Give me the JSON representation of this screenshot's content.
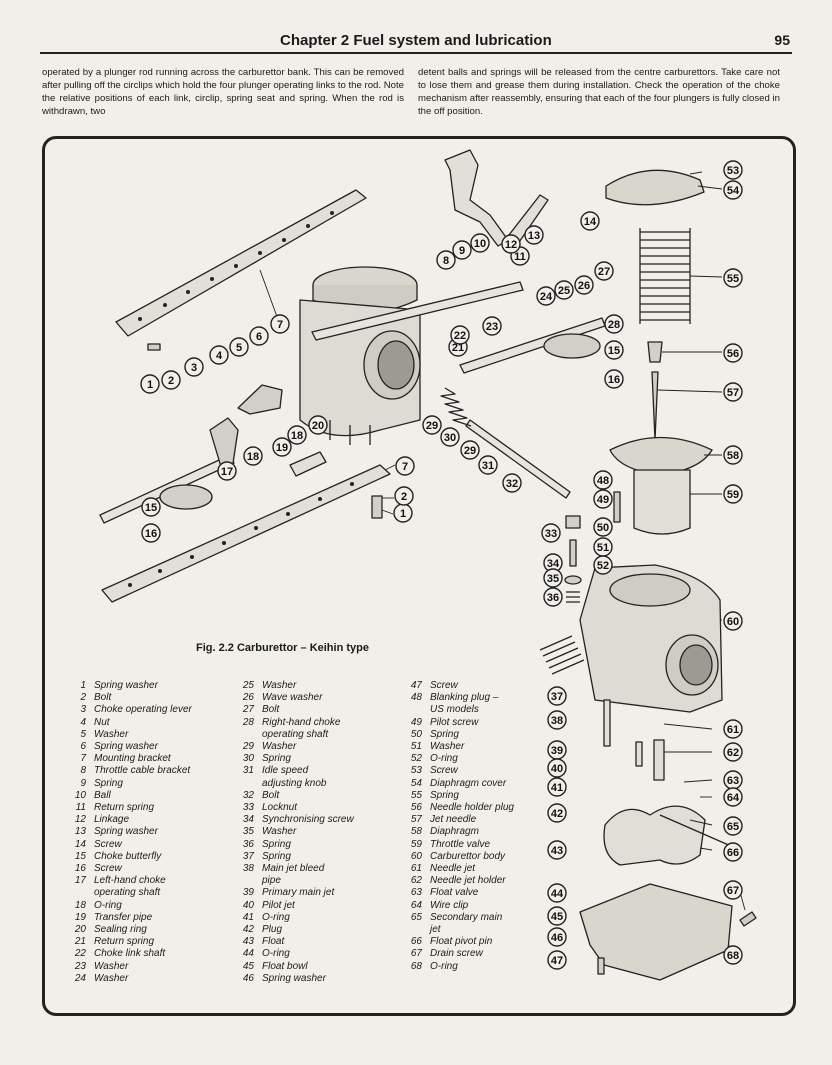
{
  "header": {
    "title": "Chapter 2  Fuel system and lubrication",
    "page": "95"
  },
  "intro": {
    "left": "operated by a plunger rod running across the carburettor bank. This can be removed after pulling off the circlips which hold the four plunger operating links to the rod. Note the relative positions of each link, circlip, spring seat and spring. When the rod is withdrawn, two",
    "right": "detent balls and springs will be released from the centre carburettors. Take care not to lose them and grease them during installation. Check the operation of the choke mechanism after reassembly, ensuring that each of the four plungers is fully closed in the off position."
  },
  "figure": {
    "caption": "Fig. 2.2 Carburettor – Keihin type",
    "callouts": [
      "1",
      "2",
      "3",
      "4",
      "5",
      "6",
      "7",
      "8",
      "9",
      "10",
      "11",
      "12",
      "13",
      "14",
      "15",
      "16",
      "17",
      "18",
      "19",
      "20",
      "21",
      "22",
      "23",
      "24",
      "25",
      "26",
      "27",
      "28",
      "29",
      "30",
      "31",
      "32",
      "33",
      "34",
      "35",
      "36",
      "37",
      "38",
      "39",
      "40",
      "41",
      "42",
      "43",
      "44",
      "45",
      "46",
      "47",
      "48",
      "49",
      "50",
      "51",
      "52",
      "53",
      "54",
      "55",
      "56",
      "57",
      "58",
      "59",
      "60",
      "61",
      "62",
      "63",
      "64",
      "65",
      "66",
      "67",
      "68"
    ]
  },
  "legend": {
    "col1": [
      {
        "n": "1",
        "t": "Spring washer"
      },
      {
        "n": "2",
        "t": "Bolt"
      },
      {
        "n": "3",
        "t": "Choke operating lever"
      },
      {
        "n": "4",
        "t": "Nut"
      },
      {
        "n": "5",
        "t": "Washer"
      },
      {
        "n": "6",
        "t": "Spring washer"
      },
      {
        "n": "7",
        "t": "Mounting bracket"
      },
      {
        "n": "8",
        "t": "Throttle cable bracket"
      },
      {
        "n": "9",
        "t": "Spring"
      },
      {
        "n": "10",
        "t": "Ball"
      },
      {
        "n": "11",
        "t": "Return spring"
      },
      {
        "n": "12",
        "t": "Linkage"
      },
      {
        "n": "13",
        "t": "Spring washer"
      },
      {
        "n": "14",
        "t": "Screw"
      },
      {
        "n": "15",
        "t": "Choke butterfly"
      },
      {
        "n": "16",
        "t": "Screw"
      },
      {
        "n": "17",
        "t": "Left-hand choke",
        "c": "operating shaft"
      },
      {
        "n": "18",
        "t": "O-ring"
      },
      {
        "n": "19",
        "t": "Transfer pipe"
      },
      {
        "n": "20",
        "t": "Sealing ring"
      },
      {
        "n": "21",
        "t": "Return spring"
      },
      {
        "n": "22",
        "t": "Choke link shaft"
      },
      {
        "n": "23",
        "t": "Washer"
      },
      {
        "n": "24",
        "t": "Washer"
      }
    ],
    "col2": [
      {
        "n": "25",
        "t": "Washer"
      },
      {
        "n": "26",
        "t": "Wave washer"
      },
      {
        "n": "27",
        "t": "Bolt"
      },
      {
        "n": "28",
        "t": "Right-hand choke",
        "c": "operating shaft"
      },
      {
        "n": "29",
        "t": "Washer"
      },
      {
        "n": "30",
        "t": "Spring"
      },
      {
        "n": "31",
        "t": "Idle speed",
        "c": "adjusting knob"
      },
      {
        "n": "32",
        "t": "Bolt"
      },
      {
        "n": "33",
        "t": "Locknut"
      },
      {
        "n": "34",
        "t": "Synchronising screw"
      },
      {
        "n": "35",
        "t": "Washer"
      },
      {
        "n": "36",
        "t": "Spring"
      },
      {
        "n": "37",
        "t": "Spring"
      },
      {
        "n": "38",
        "t": "Main jet bleed",
        "c": "pipe"
      },
      {
        "n": "39",
        "t": "Primary main jet"
      },
      {
        "n": "40",
        "t": "Pilot jet"
      },
      {
        "n": "41",
        "t": "O-ring"
      },
      {
        "n": "42",
        "t": "Plug"
      },
      {
        "n": "43",
        "t": "Float"
      },
      {
        "n": "44",
        "t": "O-ring"
      },
      {
        "n": "45",
        "t": "Float bowl"
      },
      {
        "n": "46",
        "t": "Spring washer"
      }
    ],
    "col3": [
      {
        "n": "47",
        "t": "Screw"
      },
      {
        "n": "48",
        "t": "Blanking plug –",
        "c": "US models"
      },
      {
        "n": "49",
        "t": "Pilot screw"
      },
      {
        "n": "50",
        "t": "Spring"
      },
      {
        "n": "51",
        "t": "Washer"
      },
      {
        "n": "52",
        "t": "O-ring"
      },
      {
        "n": "53",
        "t": "Screw"
      },
      {
        "n": "54",
        "t": "Diaphragm cover"
      },
      {
        "n": "55",
        "t": "Spring"
      },
      {
        "n": "56",
        "t": "Needle holder plug"
      },
      {
        "n": "57",
        "t": "Jet needle"
      },
      {
        "n": "58",
        "t": "Diaphragm"
      },
      {
        "n": "59",
        "t": "Throttle valve"
      },
      {
        "n": "60",
        "t": "Carburettor body"
      },
      {
        "n": "61",
        "t": "Needle jet"
      },
      {
        "n": "62",
        "t": "Needle jet holder"
      },
      {
        "n": "63",
        "t": "Float valve"
      },
      {
        "n": "64",
        "t": "Wire clip"
      },
      {
        "n": "65",
        "t": "Secondary main",
        "c": "jet"
      },
      {
        "n": "66",
        "t": "Float pivot pin"
      },
      {
        "n": "67",
        "t": "Drain screw"
      },
      {
        "n": "68",
        "t": "O-ring"
      }
    ]
  }
}
